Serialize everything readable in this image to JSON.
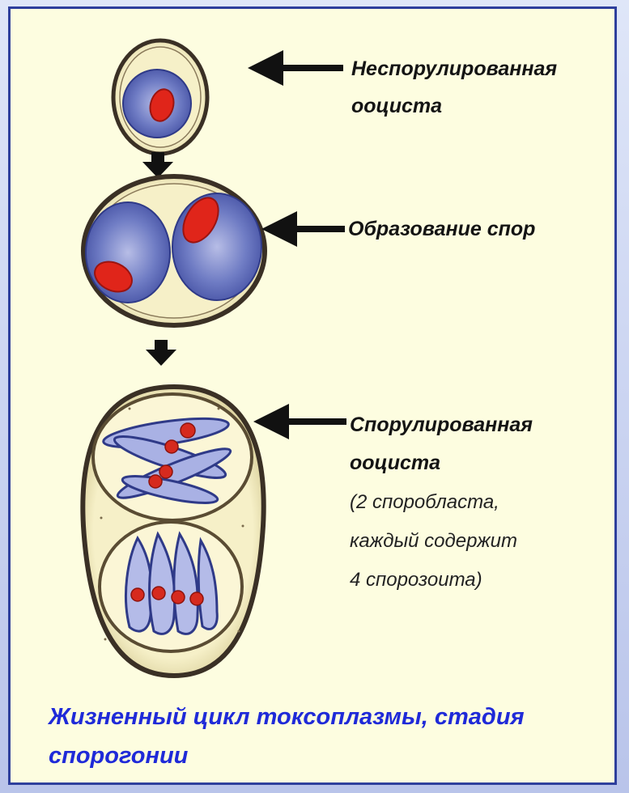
{
  "labels": {
    "unsporulated_line1": "Неспорулированная",
    "unsporulated_line2": "ооциста",
    "spore_formation": "Образование спор",
    "sporulated_line1": "Спорулированная",
    "sporulated_line2": "ооциста",
    "detail_line1": "(2 споробласта,",
    "detail_line2": "каждый содержит",
    "detail_line3": "4   спорозоита)"
  },
  "caption": {
    "line1": "Жизненный цикл токсоплазмы, стадия",
    "line2": "спорогонии"
  },
  "colors": {
    "background": "#fdfde0",
    "border": "#2e3f9c",
    "caption": "#1f2ad8",
    "cytoplasm": "#5566b4",
    "nucleus": "#e0251a",
    "wall": "#3a3025"
  }
}
